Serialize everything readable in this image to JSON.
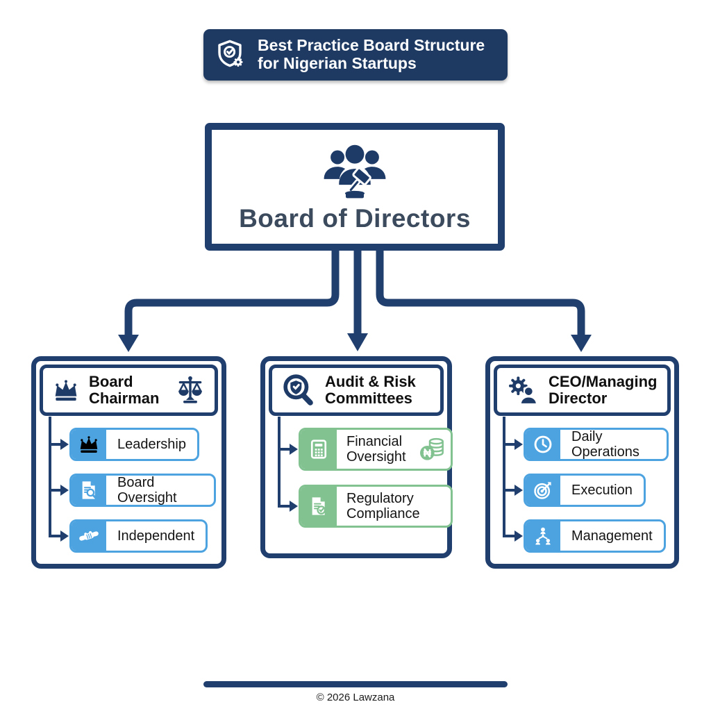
{
  "title_banner": {
    "text": "Best Practice Board Structure for Nigerian Startups",
    "icon": "shield-check-gear-icon",
    "bg": "#1e3a63",
    "text_color": "#ffffff"
  },
  "root_node": {
    "label": "Board of Directors",
    "icon": "board-people-gavel-icon"
  },
  "cards": [
    {
      "title": "Board Chairman",
      "icon_left": "crown-icon",
      "icon_right": "balance-scale-icon",
      "accent": "#4da3e0",
      "items": [
        {
          "label": "Leadership",
          "icon": "crown-icon"
        },
        {
          "label": "Board Oversight",
          "icon": "document-magnifier-icon"
        },
        {
          "label": "Independent",
          "icon": "handshake-icon"
        }
      ]
    },
    {
      "title": "Audit & Risk Committees",
      "icon_left": "magnifier-shield-icon",
      "accent": "#82c291",
      "items": [
        {
          "label": "Financial Oversight",
          "icon": "calculator-icon",
          "trailing_icon": "naira-coins-icon"
        },
        {
          "label": "Regulatory Compliance",
          "icon": "document-check-icon"
        }
      ]
    },
    {
      "title": "CEO/Managing Director",
      "icon_left": "gear-person-icon",
      "accent": "#4da3e0",
      "items": [
        {
          "label": "Daily Operations",
          "icon": "clock-icon"
        },
        {
          "label": "Execution",
          "icon": "target-icon"
        },
        {
          "label": "Management",
          "icon": "org-chart-icon"
        }
      ]
    }
  ],
  "footer": {
    "copyright": "© 2026 Lawzana",
    "divider_color": "#203f6e"
  },
  "colors": {
    "navy": "#203f6e",
    "banner_bg": "#1e3a63",
    "blue_accent": "#4da3e0",
    "green_accent": "#82c291",
    "root_text": "#3c4a5d"
  }
}
